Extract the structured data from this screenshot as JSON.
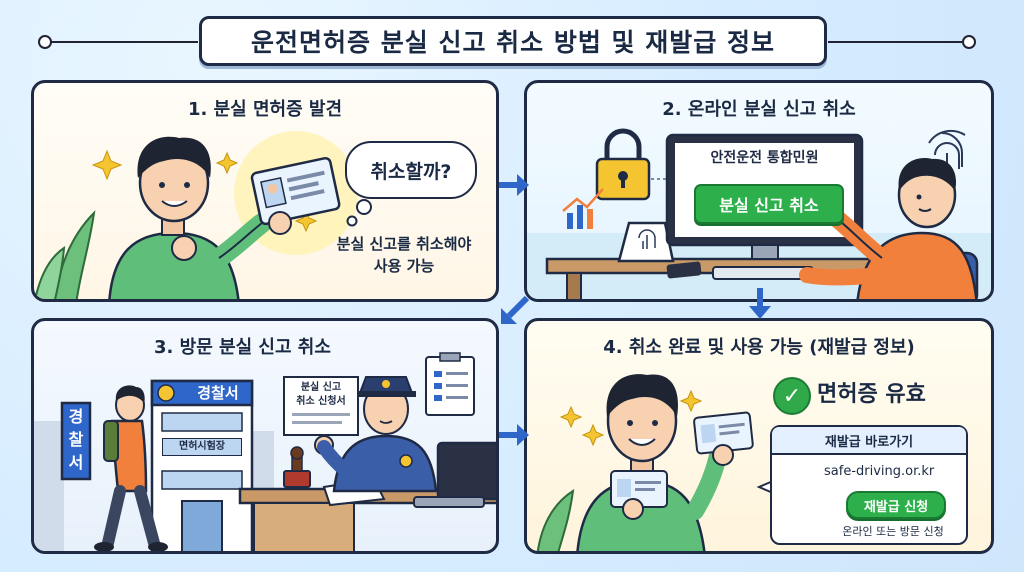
{
  "title": "운전면허증 분실 신고 취소 방법 및 재발급 정보",
  "step1": {
    "heading": "1. 분실 면허증 발견",
    "thought": "취소할까?",
    "note_line1": "분실 신고를 취소해야",
    "note_line2": "사용 가능"
  },
  "step2": {
    "heading": "2. 온라인 분실 신고 취소",
    "screen_title": "안전운전 통합민원",
    "button_label": "분실 신고 취소"
  },
  "step3": {
    "heading": "3. 방문 분실 신고 취소",
    "police_sign": "경찰서",
    "vertical_sign": "경찰서",
    "office_sign": "면허시험장",
    "form_line1": "분실 신고",
    "form_line2": "취소 신청서"
  },
  "step4": {
    "heading": "4. 취소 완료 및 사용 가능 (재발급 정보)",
    "status": "면허증 유효",
    "card_title": "재발급 바로가기",
    "url": "safe-driving.or.kr",
    "apply_button": "재발급 신청",
    "apply_note": "온라인 또는 방문 신청"
  },
  "colors": {
    "outline": "#1f2b45",
    "green": "#2db04c",
    "blue_arrow": "#2f66c9",
    "orange_shirt": "#f0803c",
    "green_shirt": "#5fbf7a"
  }
}
